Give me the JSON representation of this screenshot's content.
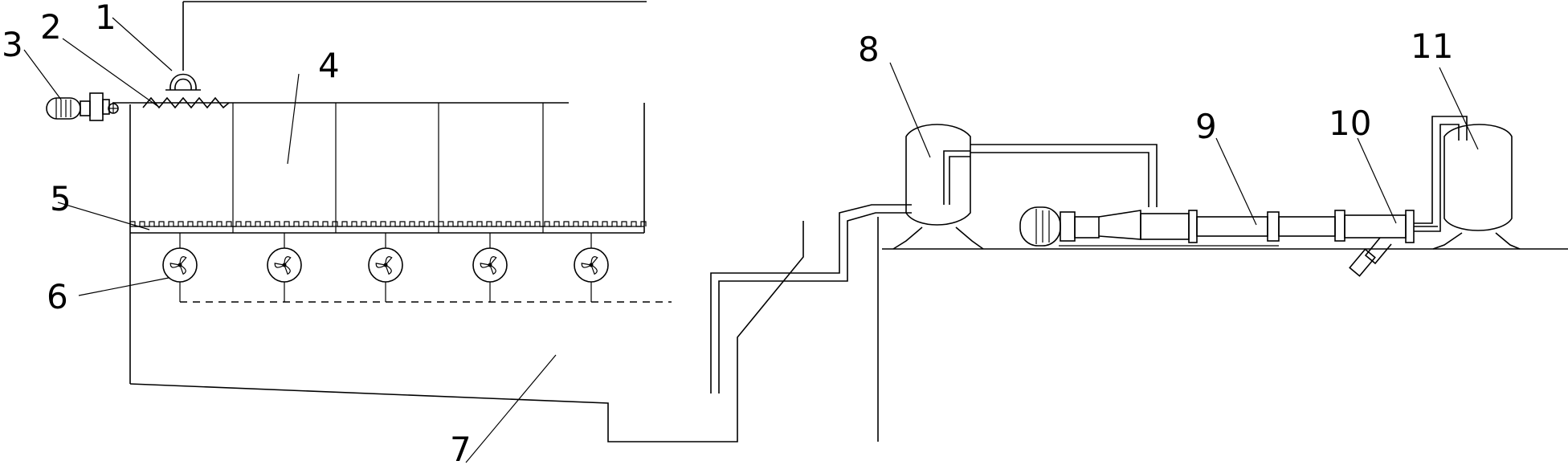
{
  "labels": [
    "1",
    "2",
    "3",
    "4",
    "5",
    "6",
    "7",
    "8",
    "9",
    "10",
    "11"
  ],
  "colors": {
    "line": "#000000",
    "background": "#ffffff"
  }
}
